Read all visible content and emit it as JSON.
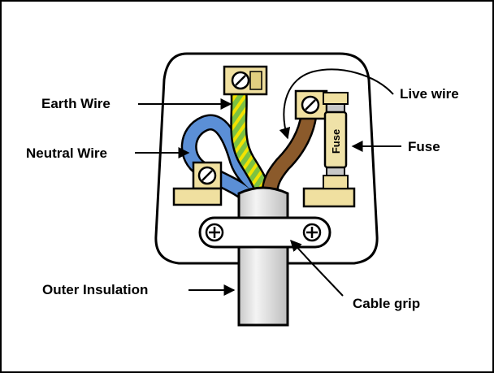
{
  "labels": {
    "earth": "Earth Wire",
    "neutral": "Neutral Wire",
    "live": "Live wire",
    "fuse": "Fuse",
    "outer_insulation": "Outer Insulation",
    "cable_grip": "Cable grip",
    "fuse_body": "Fuse"
  },
  "colors": {
    "background": "#ffffff",
    "outline": "#000000",
    "earth_green": "#7cc242",
    "earth_yellow": "#f2e200",
    "neutral_blue": "#5b8fd6",
    "live_brown": "#8b5a2b",
    "terminal_brass": "#f0e0a0",
    "fuse_body": "#efe2a8",
    "cable_grey": "#dcdcdc"
  }
}
